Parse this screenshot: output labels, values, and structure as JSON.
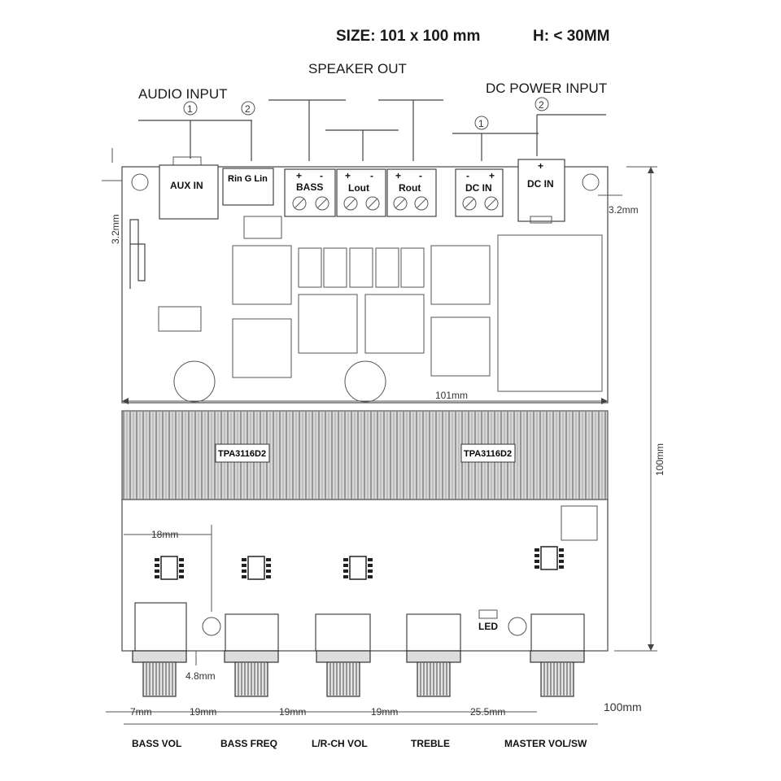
{
  "header": {
    "size": "SIZE:  101 x 100 mm",
    "height": "H:  < 30MM"
  },
  "callouts": {
    "speaker_out": "SPEAKER  OUT",
    "audio_input": "AUDIO INPUT",
    "dc_power_input": "DC POWER INPUT",
    "num1": "1",
    "num2": "2"
  },
  "connectors": {
    "aux_in": "AUX IN",
    "ring": "Rin G  Lin",
    "bass": "BASS",
    "lout": "Lout",
    "rout": "Rout",
    "dc_in_terminal": "DC IN",
    "dc_in_jack": "DC IN",
    "plus": "+",
    "minus": "-"
  },
  "chips": {
    "left": "TPA3116D2",
    "right": "TPA3116D2"
  },
  "led": "LED",
  "dimensions": {
    "width_top": "101mm",
    "height_right": "100mm",
    "hole_top_left": "3.2mm",
    "hole_right": "3.2mm",
    "first_knob": "18mm",
    "knob_height": "4.8mm",
    "d1": "7mm",
    "d2": "19mm",
    "d3": "19mm",
    "d4": "19mm",
    "d5": "25.5mm",
    "total": "100mm"
  },
  "knobs": [
    "BASS VOL",
    "BASS FREQ",
    "L/R-CH VOL",
    "TREBLE",
    "MASTER VOL/SW"
  ]
}
